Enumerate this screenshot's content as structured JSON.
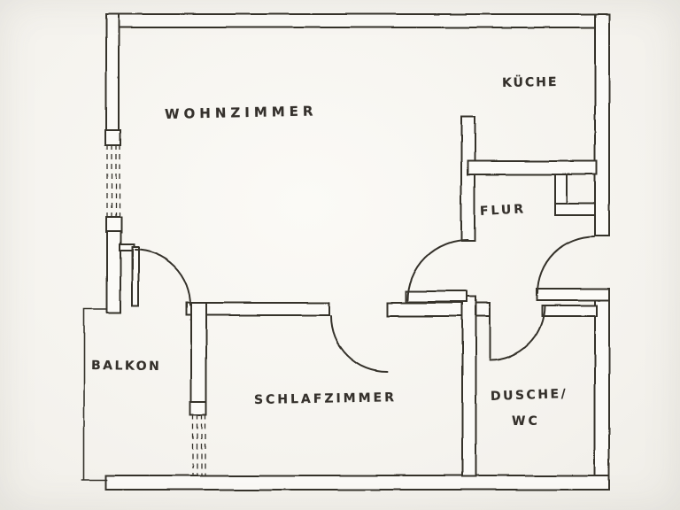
{
  "colors": {
    "paper": "#f4f2ed",
    "ink": "#35312c"
  },
  "rooms": {
    "living": {
      "label": "WOHNZIMMER"
    },
    "kitchen": {
      "label": "KÜCHE"
    },
    "hall": {
      "label": "FLUR"
    },
    "balcony": {
      "label": "BALKON"
    },
    "bedroom": {
      "label": "SCHLAFZIMMER"
    },
    "bath": {
      "label_line1": "DUSCHE/",
      "label_line2": "WC"
    }
  }
}
